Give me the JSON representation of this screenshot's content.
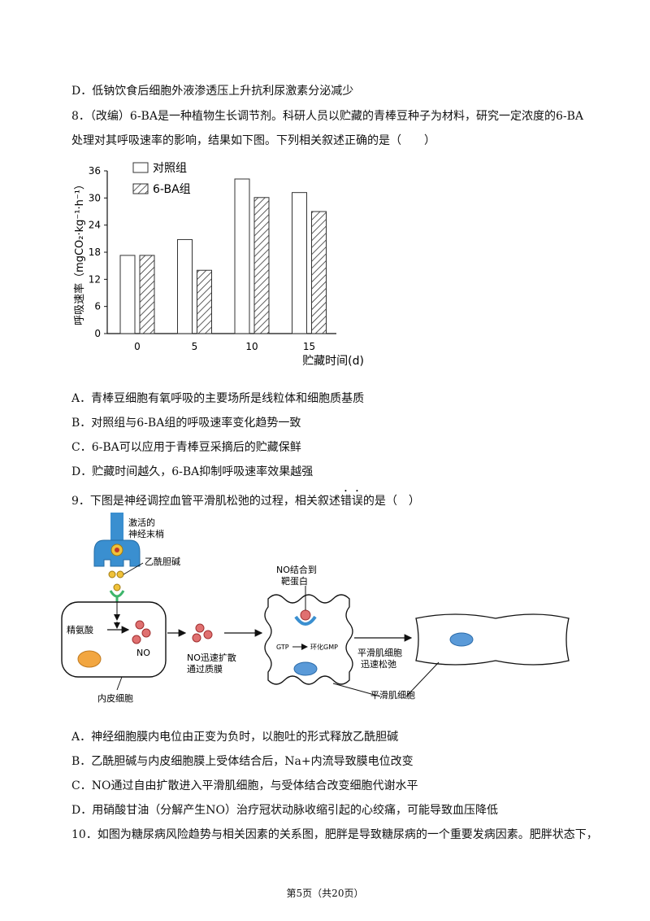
{
  "q7": {
    "option_d": "D．低钠饮食后细胞外液渗透压上升抗利尿激素分泌减少"
  },
  "q8": {
    "stem": "8．（改编）6-BA是一种植物生长调节剂。科研人员以贮藏的青棒豆种子为材料，研究一定浓度的6-BA处理对其呼吸速率的影响，结果如下图。下列相关叙述正确的是（　　）",
    "options": [
      "A．青棒豆细胞有氧呼吸的主要场所是线粒体和细胞质基质",
      "B．对照组与6-BA组的呼吸速率变化趋势一致",
      "C．6-BA可以应用于青棒豆采摘后的贮藏保鲜",
      "D．贮藏时间越久，6-BA抑制呼吸速率效果越强"
    ]
  },
  "chart_data": {
    "type": "bar",
    "categories": [
      "0",
      "5",
      "10",
      "15"
    ],
    "series": [
      {
        "name": "对照组",
        "values": [
          17.3,
          20.8,
          34.2,
          31.2
        ]
      },
      {
        "name": "6-BA组",
        "values": [
          17.3,
          14.0,
          30.1,
          27.0
        ]
      }
    ],
    "ylabel": "呼吸速率（mgCO₂·kg⁻¹·h⁻¹）",
    "xlabel": "贮藏时间(d)",
    "yticks": [
      "0",
      "6",
      "12",
      "18",
      "24",
      "30",
      "36"
    ],
    "ylim": [
      0,
      36
    ],
    "legend": "top-left",
    "grid": false
  },
  "q9": {
    "stem_before": "9．下图是神经调控血管平滑肌松弛的过程，相关叙述",
    "stem_emph": "错误",
    "stem_after": "的是（　）",
    "options": [
      "A．神经细胞膜内电位由正变为负时，以胞吐的形式释放乙酰胆碱",
      "B．乙酰胆碱与内皮细胞膜上受体结合后，Na+内流导致膜电位改变",
      "C．NO通过自由扩散进入平滑肌细胞，与受体结合改变细胞代谢水平",
      "D．用硝酸甘油（分解产生NO）治疗冠状动脉收缩引起的心绞痛，可能导致血压降低"
    ]
  },
  "diagram": {
    "activated_nerve_1": "激活的",
    "activated_nerve_2": "神经末梢",
    "acetylcholine": "乙酰胆碱",
    "arginine": "精氨酸",
    "no": "NO",
    "no_diffuse_1": "NO迅速扩散",
    "no_diffuse_2": "通过质膜",
    "no_target_1": "NO结合到",
    "no_target_2": "靶蛋白",
    "gtp": "GTP",
    "cgmp": "环化GMP",
    "relax_1": "平滑肌细胞",
    "relax_2": "迅速松弛",
    "endothelial": "内皮细胞",
    "smooth_muscle": "平滑肌细胞"
  },
  "q10": {
    "stem": "10．如图为糖尿病风险趋势与相关因素的关系图，肥胖是导致糖尿病的一个重要发病因素。肥胖状态下，"
  },
  "footer": "第5页（共20页）"
}
